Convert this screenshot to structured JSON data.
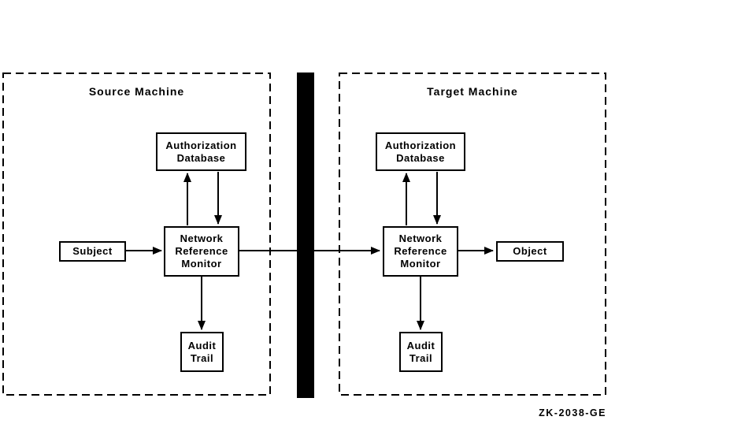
{
  "figure_label": "ZK-2038-GE",
  "source_machine": {
    "title": "Source Machine",
    "authorization_database": "Authorization\nDatabase",
    "network_reference_monitor": "Network\nReference\nMonitor",
    "subject": "Subject",
    "audit_trail": "Audit\nTrail"
  },
  "target_machine": {
    "title": "Target Machine",
    "authorization_database": "Authorization\nDatabase",
    "network_reference_monitor": "Network\nReference\nMonitor",
    "object": "Object",
    "audit_trail": "Audit\nTrail"
  },
  "colors": {
    "ink": "#000000",
    "background": "#ffffff",
    "network_divider": "#000000"
  }
}
